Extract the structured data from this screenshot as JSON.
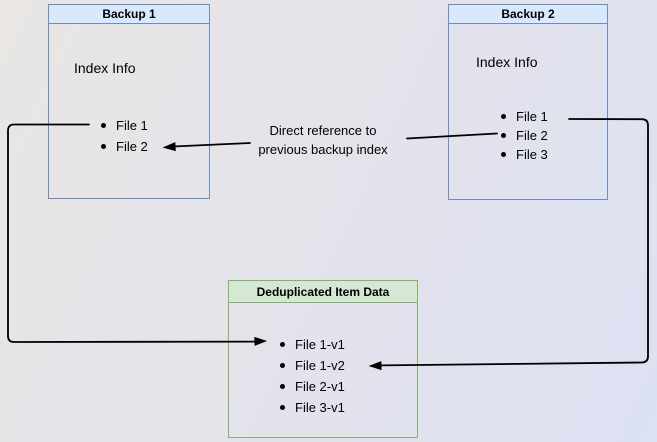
{
  "colors": {
    "blue_box_header": "#dae8fc",
    "blue_box_border": "#6c8ebf",
    "green_box_header": "#d5e8d4",
    "green_box_border": "#82b366",
    "arrow": "#000000"
  },
  "backup1": {
    "title": "Backup 1",
    "subtitle": "Index Info",
    "files": [
      "File 1",
      "File 2"
    ]
  },
  "backup2": {
    "title": "Backup 2",
    "subtitle": "Index Info",
    "files": [
      "File 1",
      "File 2",
      "File 3"
    ]
  },
  "dedup": {
    "title": "Deduplicated Item Data",
    "files": [
      "File 1-v1",
      "File 1-v2",
      "File 2-v1",
      "File 3-v1"
    ]
  },
  "annotation": {
    "line1": "Direct reference to",
    "line2": "previous backup index"
  }
}
